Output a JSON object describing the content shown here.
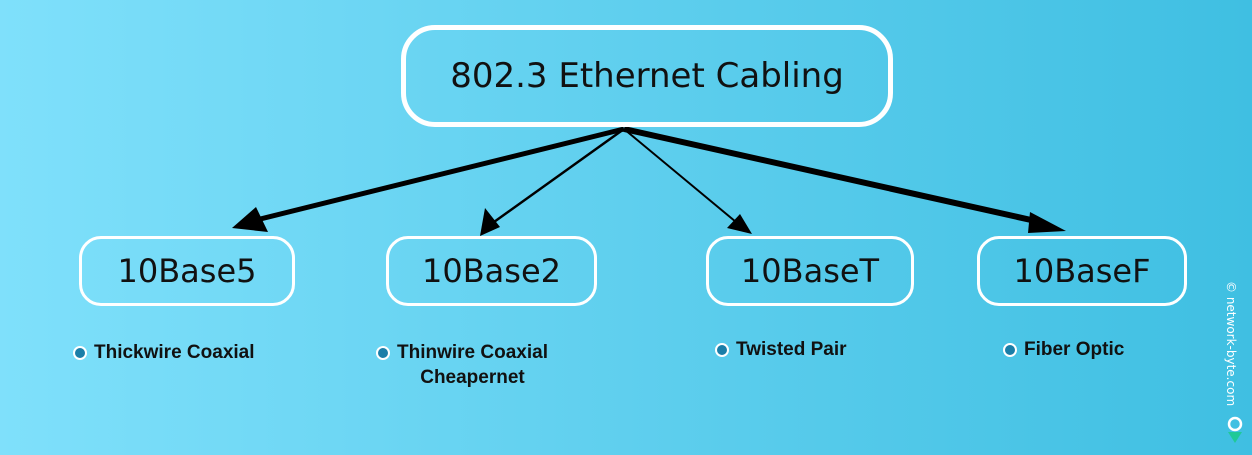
{
  "root": {
    "label": "802.3 Ethernet Cabling"
  },
  "children": [
    {
      "label": "10Base5",
      "lines": [
        "Thickwire Coaxial"
      ]
    },
    {
      "label": "10Base2",
      "lines": [
        "Thinwire Coaxial",
        "Cheapernet"
      ]
    },
    {
      "label": "10BaseT",
      "lines": [
        "Twisted Pair"
      ]
    },
    {
      "label": "10BaseF",
      "lines": [
        "Fiber Optic"
      ]
    }
  ],
  "watermark": "© network-byte.com",
  "colors": {
    "background_left": "#7fe0fb",
    "background_right": "#3fbfe2",
    "node_border": "#ffffff",
    "arrow": "#000000",
    "bullet": "#1b7ea8",
    "logo": "#20c997"
  },
  "icons": {
    "logo": "location-pin-icon"
  }
}
